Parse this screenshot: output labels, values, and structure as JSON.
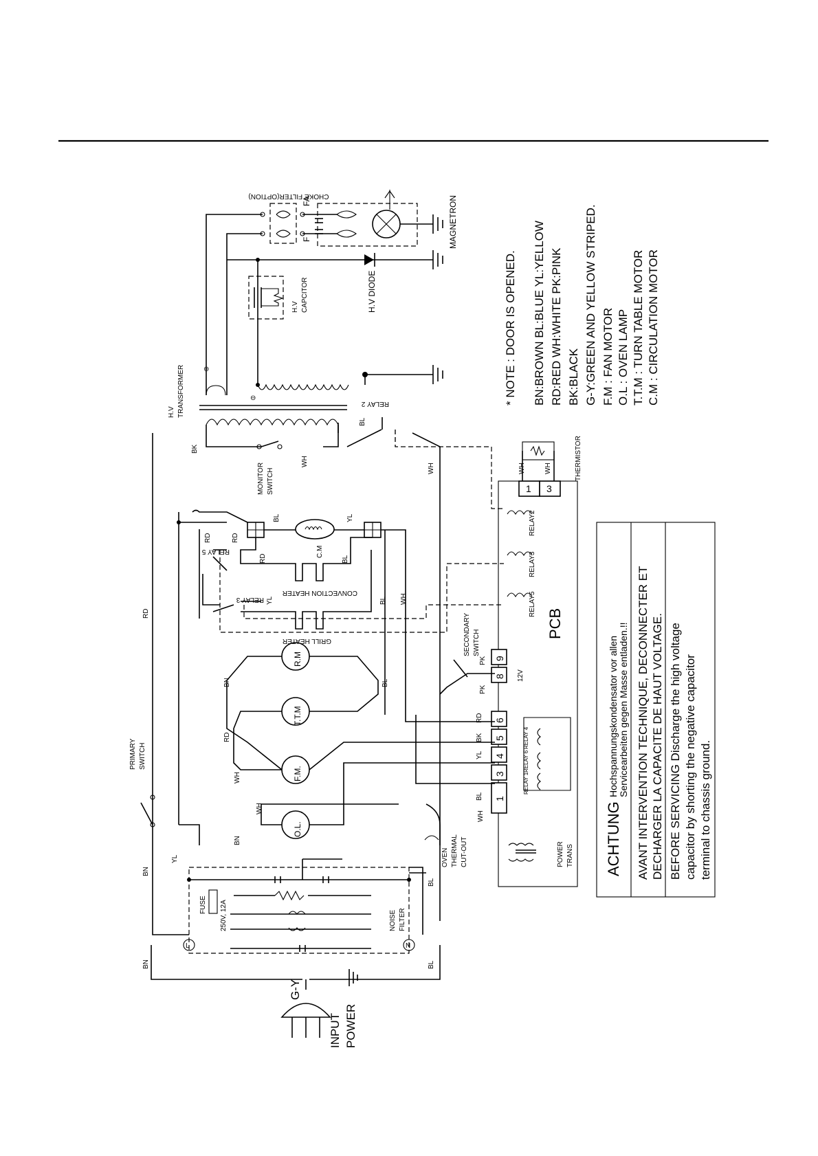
{
  "labels": {
    "choke_filter": "CHOKE FILTER(OPTION)",
    "fa": "FA",
    "f": "F",
    "magnetron": "MAGNETRON",
    "hv_capacitor_1": "H.V",
    "hv_capacitor_2": "CAPCITOR",
    "hv_diode": "H.V DIODE",
    "hv_transformer_1": "H.V",
    "hv_transformer_2": "TRANSFORMER",
    "relay2": "RELAY 2",
    "monitor_switch_1": "MONITOR",
    "monitor_switch_2": "SWITCH",
    "thermistor": "THERMISTOR",
    "relay5": "RELAY 5",
    "relay3": "RELAY 3",
    "cm": "C.M",
    "convection_heater": "CONVECTION HEATER",
    "grill_heater": "GRILL HEATER",
    "rm": "R.M",
    "ttm": "T.T.M",
    "fm": "F.M.",
    "ol": "O.L.",
    "primary_switch_1": "PRIMARY",
    "primary_switch_2": "SWITCH",
    "secondary_switch_1": "SECONDARY",
    "secondary_switch_2": "SWITCH",
    "oven_cutout_1": "OVEN",
    "oven_cutout_2": "THERMAL",
    "oven_cutout_3": "CUT-OUT",
    "fuse": "FUSE",
    "fuse_rating": "250V, 12A",
    "noise_filter_1": "NOISE",
    "noise_filter_2": "FILTER",
    "input_power_1": "INPUT",
    "input_power_2": "POWER",
    "gy": "G-Y",
    "l": "L",
    "n": "N",
    "pcb": "PCB",
    "power_trans_1": "POWER",
    "power_trans_2": "TRANS",
    "pcb_relay2": "RELAY2",
    "pcb_relay3": "RELAY3",
    "pcb_relay5": "RELAY5",
    "relay4": "RELAY 4",
    "relay6": "RELAY 6",
    "relay1": "RELAY 1",
    "v12": "12V"
  },
  "wires": {
    "bn": "BN",
    "bl": "BL",
    "yl": "YL",
    "rd": "RD",
    "wh": "WH",
    "bk": "BK",
    "pk": "PK"
  },
  "pcb_pins": [
    "1",
    "3",
    "4",
    "5",
    "6",
    "8",
    "9"
  ],
  "thermistor_pins": [
    "1",
    "3"
  ],
  "notes": {
    "note_title": "* NOTE  : DOOR IS OPENED.",
    "line1": "BN:BROWN    BL:BLUE    YL:YELLOW",
    "line2": "RD:RED    WH:WHITE    PK:PINK",
    "line3": "BK:BLACK",
    "line4": "G-Y:GREEN AND YELLOW STRIPED.",
    "line5": "F.M : FAN MOTOR",
    "line6": "O.L : OVEN LAMP",
    "line7": "T.T.M : TURN TABLE MOTOR",
    "line8": "C.M : CIRCULATION MOTOR"
  },
  "warnings": {
    "achtung_word": "ACHTUNG",
    "achtung_line1": "Hochspannungskondensator vor allen",
    "achtung_line2": "Servicearbeiten gegen Masse entladen.!!",
    "avant_line1": "AVANT INTERVENTION TECHNIQUE, DECONNECTER ET",
    "avant_line2": "DECHARGER LA CAPACITE DE HAUT VOLTAGE.",
    "before_line1": "BEFORE SERVICING Discharge the high voltage",
    "before_line2": "capacitor by shorting the negative capacitor",
    "before_line3": "terminal to chassis ground."
  }
}
